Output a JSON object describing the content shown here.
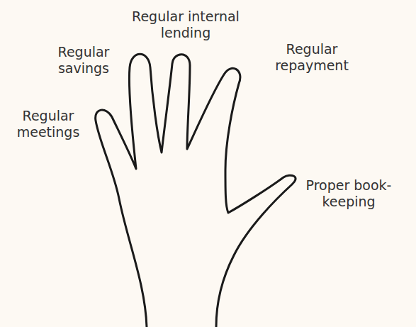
{
  "diagram": {
    "labels": [
      "Regular meetings",
      "Regular savings",
      "Regular internal lending",
      "Regular repayment",
      "Proper book-keeping"
    ]
  }
}
